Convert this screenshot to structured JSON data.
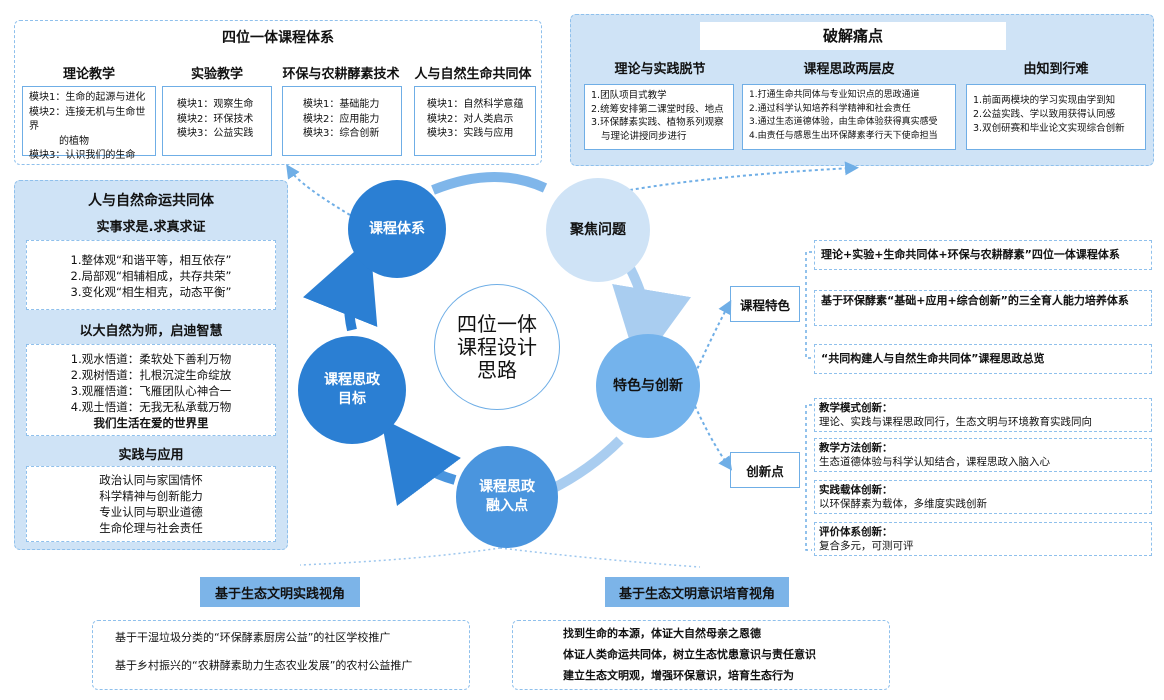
{
  "top_left": {
    "title": "四位一体课程体系",
    "columns": [
      {
        "heading": "理论教学",
        "items": [
          "模块1：生命的起源与进化",
          "模块2：连接无机与生命世界",
          "的植物",
          "模块3：认识我们的生命"
        ]
      },
      {
        "heading": "实验教学",
        "items": [
          "模块1：观察生命",
          "模块2：环保技术",
          "模块3：公益实践"
        ]
      },
      {
        "heading": "环保与农耕酵素技术",
        "items": [
          "模块1：基础能力",
          "模块2：应用能力",
          "模块3：综合创新"
        ]
      },
      {
        "heading": "人与自然生命共同体",
        "items": [
          "模块1：自然科学意蕴",
          "模块2：对人类启示",
          "模块3：实践与应用"
        ]
      }
    ]
  },
  "top_right": {
    "title": "破解痛点",
    "columns": [
      {
        "heading": "理论与实践脱节",
        "items": [
          "1.团队项目式教学",
          "2.统筹安排第二课堂时段、地点",
          "3.环保酵素实践、植物系列观察",
          "与理论讲授同步进行"
        ]
      },
      {
        "heading": "课程思政两层皮",
        "items": [
          "1.打通生命共同体与专业知识点的思政通道",
          "2.通过科学认知培养科学精神和社会责任",
          "3.通过生态道德体验，由生命体验获得真实感受",
          "4.由责任与感恩生出环保酵素孝行天下使命担当"
        ]
      },
      {
        "heading": "由知到行难",
        "items": [
          "1.前面两模块的学习实现由学到知",
          "2.公益实践、学以致用获得认同感",
          "3.双创研赛和毕业论文实现综合创新"
        ]
      }
    ]
  },
  "left_panel": {
    "title": "人与自然命运共同体",
    "sections": [
      {
        "heading": "实事求是.求真求证",
        "items": [
          "1.整体观“和谐平等，相互依存”",
          "2.局部观“相辅相成，共存共荣”",
          "3.变化观“相生相克，动态平衡”"
        ]
      },
      {
        "heading": "以大自然为师，启迪智慧",
        "items": [
          "1.观水悟道：柔软处下善利万物",
          "2.观树悟道：扎根沉淀生命绽放",
          "3.观雁悟道：飞雁团队心神合一",
          "4.观土悟道：无我无私承载万物",
          "我们生活在爱的世界里"
        ]
      },
      {
        "heading": "实践与应用",
        "items": [
          "政治认同与家国情怀",
          "科学精神与创新能力",
          "专业认同与职业道德",
          "生命伦理与社会责任"
        ]
      }
    ]
  },
  "cycle": {
    "center": [
      "四位一体",
      "课程设计",
      "思路"
    ],
    "nodes": {
      "system": [
        "课程体系"
      ],
      "focus": [
        "聚焦问题"
      ],
      "feature": [
        "特色与创新"
      ],
      "entry": [
        "课程思政",
        "融入点"
      ],
      "goal": [
        "课程思政",
        "目标"
      ]
    }
  },
  "right": {
    "features_label": "课程特色",
    "features": [
      "理论+实验+生命共同体+环保与农耕酵素”四位一体课程体系",
      "基于环保酵素“基础+应用+综合创新”的三全育人能力培养体系",
      "“共同构建人与自然生命共同体”课程思政总览"
    ],
    "innov_label": "创新点",
    "innovations": [
      {
        "title": "教学模式创新：",
        "desc": "理论、实践与课程思政同行，生态文明与环境教育实践同向"
      },
      {
        "title": "教学方法创新：",
        "desc": "生态道德体验与科学认知结合，课程思政入脑入心"
      },
      {
        "title": "实践载体创新：",
        "desc": "以环保酵素为载体，多维度实践创新"
      },
      {
        "title": "评价体系创新：",
        "desc": "复合多元，可测可评"
      }
    ]
  },
  "bottom": {
    "left_tag": "基于生态文明实践视角",
    "left_items": [
      "基于干湿垃圾分类的“环保酵素厨房公益”的社区学校推广",
      "基于乡村振兴的“农耕酵素助力生态农业发展”的农村公益推广"
    ],
    "right_tag": "基于生态文明意识培育视角",
    "right_items": [
      "找到生命的本源，体证大自然母亲之恩德",
      "体证人类命运共同体，树立生态忧患意识与责任意识",
      "建立生态文明观，增强环保意识，培育生态行为"
    ]
  },
  "colors": {
    "dark": "#2b7fd3",
    "mid": "#74b3ec",
    "light": "#cfe3f6",
    "accent": "#7cb4e8"
  }
}
